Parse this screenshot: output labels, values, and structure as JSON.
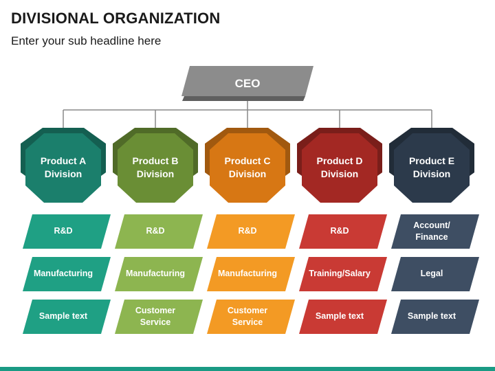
{
  "header": {
    "title": "DIVISIONAL ORGANIZATION",
    "subtitle": "Enter your sub headline here"
  },
  "ceo": {
    "label": "CEO",
    "color": "#7f7f7f"
  },
  "divisions": [
    {
      "name": "Product A\nDivision",
      "color": "#1b7f6c",
      "items": [
        "R&D",
        "Manufacturing",
        "Sample text"
      ],
      "item_color": "#1fa084"
    },
    {
      "name": "Product B\nDivision",
      "color": "#6a8e35",
      "items": [
        "R&D",
        "Manufacturing",
        "Customer\nService"
      ],
      "item_color": "#8db550"
    },
    {
      "name": "Product C\nDivision",
      "color": "#d77714",
      "items": [
        "R&D",
        "Manufacturing",
        "Customer\nService"
      ],
      "item_color": "#f39a24"
    },
    {
      "name": "Product D\nDivision",
      "color": "#a32823",
      "items": [
        "R&D",
        "Training/Salary",
        "Sample text"
      ],
      "item_color": "#c93a34"
    },
    {
      "name": "Product E\nDivision",
      "color": "#2c3a4b",
      "items": [
        "Account/\nFinance",
        "Legal",
        "Sample text"
      ],
      "item_color": "#3e4e63"
    }
  ]
}
